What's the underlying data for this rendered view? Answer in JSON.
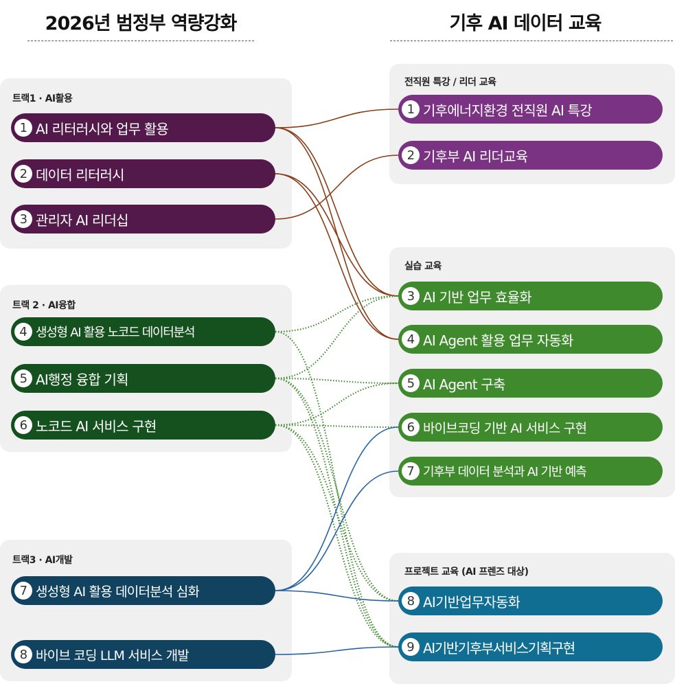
{
  "header": {
    "left_title": "2026년 범정부 역량강화",
    "right_title": "기후 AI 데이터 교육"
  },
  "left": {
    "track1": {
      "title": "트랙1 · AI활용",
      "items": [
        {
          "num": "1",
          "label": "AI 리터러시와 업무 활용"
        },
        {
          "num": "2",
          "label": "데이터 리터러시"
        },
        {
          "num": "3",
          "label": "관리자 AI 리더십"
        }
      ]
    },
    "track2": {
      "title": "트랙 2 · AI융합",
      "items": [
        {
          "num": "4",
          "label": "생성형 AI 활용 노코드 데이터분석"
        },
        {
          "num": "5",
          "label": "AI행정 융합 기획"
        },
        {
          "num": "6",
          "label": "노코드 AI 서비스 구현"
        }
      ]
    },
    "track3": {
      "title": "트랙3 · AI개발",
      "items": [
        {
          "num": "7",
          "label": "생성형 AI 활용 데이터분석 심화"
        },
        {
          "num": "8",
          "label": "바이브 코딩 LLM 서비스 개발"
        }
      ]
    }
  },
  "right": {
    "group1": {
      "title": "전직원 특강 / 리더 교육",
      "items": [
        {
          "num": "1",
          "label": "기후에너지환경 전직원 AI 특강"
        },
        {
          "num": "2",
          "label": "기후부 AI 리더교육"
        }
      ]
    },
    "group2": {
      "title": "실습 교육",
      "items": [
        {
          "num": "3",
          "label": "AI 기반 업무 효율화"
        },
        {
          "num": "4",
          "label": "AI Agent 활용 업무 자동화"
        },
        {
          "num": "5",
          "label": "AI Agent 구축"
        },
        {
          "num": "6",
          "label": "바이브코딩 기반 AI 서비스 구현"
        },
        {
          "num": "7",
          "label": "기후부 데이터 분석과 AI 기반 예측"
        }
      ]
    },
    "group3": {
      "title": "프로젝트 교육 (AI 프렌즈 대상)",
      "items": [
        {
          "num": "8",
          "label": "AI기반업무자동화"
        },
        {
          "num": "9",
          "label": "AI기반기후부서비스기획구현"
        }
      ]
    }
  },
  "colors": {
    "track1_pill": "#53194b",
    "track2_pill": "#15511e",
    "track3_pill": "#114260",
    "right_group1_pill": "#7a3383",
    "right_group2_pill": "#3e8a2d",
    "right_group3_pill": "#116e93",
    "link_track1": "#8a3c17",
    "link_track2": "#3e8a2d",
    "link_track3": "#2763a3"
  },
  "connections": [
    {
      "from": "L1",
      "to": "R1",
      "style": "solid",
      "color": "link_track1"
    },
    {
      "from": "L1",
      "to": "R3",
      "style": "solid",
      "color": "link_track1"
    },
    {
      "from": "L1",
      "to": "R4",
      "style": "solid",
      "color": "link_track1"
    },
    {
      "from": "L2",
      "to": "R3",
      "style": "solid",
      "color": "link_track1"
    },
    {
      "from": "L2",
      "to": "R4",
      "style": "solid",
      "color": "link_track1"
    },
    {
      "from": "L3",
      "to": "R2",
      "style": "solid",
      "color": "link_track1"
    },
    {
      "from": "L4",
      "to": "R3",
      "style": "dotted",
      "color": "link_track2"
    },
    {
      "from": "L4",
      "to": "R9",
      "style": "dotted",
      "color": "link_track2"
    },
    {
      "from": "L5",
      "to": "R3",
      "style": "dotted",
      "color": "link_track2"
    },
    {
      "from": "L5",
      "to": "R5",
      "style": "dotted",
      "color": "link_track2"
    },
    {
      "from": "L5",
      "to": "R8",
      "style": "dotted",
      "color": "link_track2"
    },
    {
      "from": "L5",
      "to": "R9",
      "style": "dotted",
      "color": "link_track2"
    },
    {
      "from": "L6",
      "to": "R5",
      "style": "dotted",
      "color": "link_track2"
    },
    {
      "from": "L6",
      "to": "R6",
      "style": "dotted",
      "color": "link_track2"
    },
    {
      "from": "L6",
      "to": "R8",
      "style": "dotted",
      "color": "link_track2"
    },
    {
      "from": "L6",
      "to": "R9",
      "style": "dotted",
      "color": "link_track2"
    },
    {
      "from": "L7",
      "to": "R6",
      "style": "solid",
      "color": "link_track3"
    },
    {
      "from": "L7",
      "to": "R7",
      "style": "solid",
      "color": "link_track3"
    },
    {
      "from": "L7",
      "to": "R8",
      "style": "solid",
      "color": "link_track3"
    },
    {
      "from": "L8",
      "to": "R9",
      "style": "solid",
      "color": "link_track3"
    }
  ]
}
